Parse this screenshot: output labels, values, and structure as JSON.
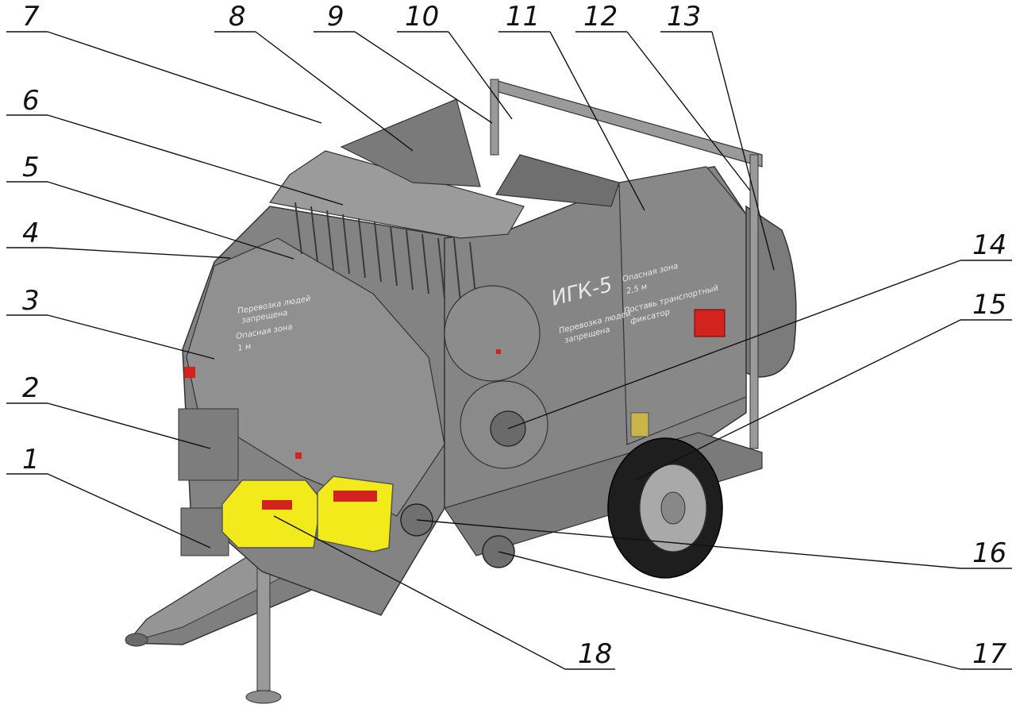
{
  "callouts": [
    {
      "num": "1"
    },
    {
      "num": "2"
    },
    {
      "num": "3"
    },
    {
      "num": "4"
    },
    {
      "num": "5"
    },
    {
      "num": "6"
    },
    {
      "num": "7"
    },
    {
      "num": "8"
    },
    {
      "num": "9"
    },
    {
      "num": "10"
    },
    {
      "num": "11"
    },
    {
      "num": "12"
    },
    {
      "num": "13"
    },
    {
      "num": "14"
    },
    {
      "num": "15"
    },
    {
      "num": "16"
    },
    {
      "num": "17"
    },
    {
      "num": "18"
    }
  ],
  "decals": {
    "model": "ИГК-5",
    "model_sub_1": "Перевозка людей",
    "model_sub_2": "запрещена",
    "front_1": "Перевозка людей",
    "front_2": "запрещена",
    "front_3": "Опасная зона",
    "front_4": "1 м",
    "side_1": "Опасная зона",
    "side_2": "2,5 м",
    "side_3": "Поставь транспортный",
    "side_4": "фиксатор"
  },
  "colors": {
    "body": "#8a8a8a",
    "body_dark": "#6e6e6e",
    "body_light": "#a5a5a5",
    "guard_yellow": "#f2ea1a",
    "warning_red": "#d2231e",
    "tire": "#1e1e1e"
  }
}
